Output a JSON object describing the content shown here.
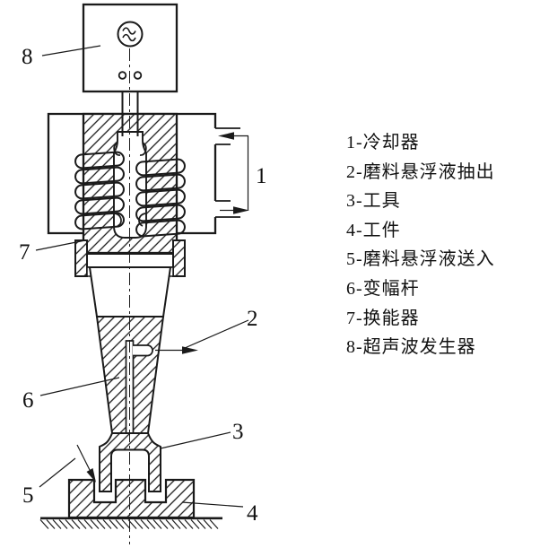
{
  "figure": {
    "callouts": [
      "1",
      "2",
      "3",
      "4",
      "5",
      "6",
      "7",
      "8"
    ],
    "icons": {
      "generator_symbol": "ac-wave-icon",
      "flow_arrows": "solid-triangle-arrow-icon"
    },
    "colors": {
      "line": "#1a1a1a",
      "text": "#111111",
      "background": "#ffffff"
    }
  },
  "legend": {
    "items": [
      "1-冷却器",
      "2-磨料悬浮液抽出",
      "3-工具",
      "4-工件",
      "5-磨料悬浮液送入",
      "6-变幅杆",
      "7-换能器",
      "8-超声波发生器"
    ]
  }
}
